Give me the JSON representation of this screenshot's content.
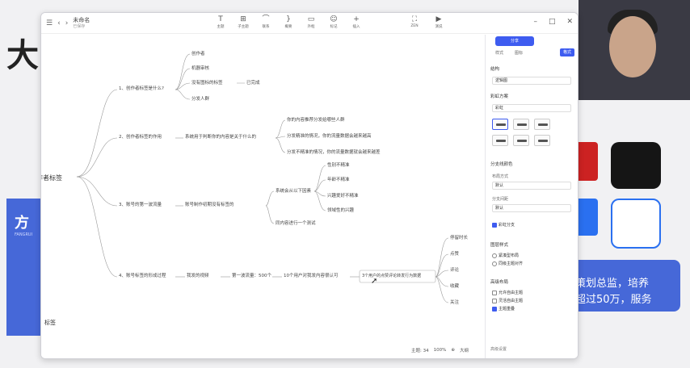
{
  "window": {
    "title": "未命名",
    "subtitle": "已保存",
    "toolbar": [
      {
        "icon": "text-icon",
        "glyph": "T",
        "label": "主题"
      },
      {
        "icon": "subtopic-icon",
        "glyph": "⊞",
        "label": "子主题"
      },
      {
        "icon": "link-icon",
        "glyph": "⌒",
        "label": "联系"
      },
      {
        "icon": "summary-icon",
        "glyph": "}",
        "label": "概要"
      },
      {
        "icon": "frame-icon",
        "glyph": "▭",
        "label": "外框"
      },
      {
        "icon": "mark-icon",
        "glyph": "☺",
        "label": "标记"
      },
      {
        "icon": "insert-icon",
        "glyph": "+",
        "label": "插入"
      }
    ],
    "toolbar_right": [
      {
        "icon": "zen-icon",
        "glyph": "⛶",
        "label": "ZEN"
      },
      {
        "icon": "present-icon",
        "glyph": "▶",
        "label": "演说"
      }
    ],
    "controls": [
      "–",
      "□",
      "✕"
    ]
  },
  "mindmap": {
    "root": "作者标签",
    "root2": "标签",
    "branches": [
      {
        "label": "1、创作者标签是什么?",
        "children": [
          "创作者",
          "机器审核",
          "没有图标的标签",
          "分发人群"
        ],
        "extra": "已完成"
      },
      {
        "label": "2、创作者标签的作用",
        "mid": "系统用于判断你的内容是关于什么的",
        "children": [
          "你的内容推荐分发给哪些人群",
          "分发精准的情况，你的流量数据会越来越高",
          "分发不精准的情况，你的流量数据就会越来越差"
        ]
      },
      {
        "label": "3、账号的第一波流量",
        "mid": "账号制作初期没有标签的",
        "sub": "系统会从以下因素",
        "children": [
          "性别不精准",
          "年龄不精准",
          "兴趣爱好不精准",
          "领域性的兴趣"
        ],
        "last": "同内容进行一个测试"
      },
      {
        "label": "4、账号标签的形成过程",
        "chain": [
          "我发的视频",
          "第一波流量：500个",
          "10个用户对我发内容很认可",
          "3个用户的点赞评论转发行为数据"
        ],
        "children": [
          "停留时长",
          "点赞",
          "评论",
          "收藏",
          "关注"
        ]
      }
    ]
  },
  "statusbar": {
    "topics": "主题: 34",
    "zoom": "100%",
    "size": "大纲"
  },
  "panel": {
    "top_button": "分享",
    "tabs": [
      "样式",
      "图标"
    ],
    "active_tab": "格式",
    "section_struct": "结构",
    "struct_value": "逻辑图",
    "section_theme": "彩虹方案",
    "theme_value": "彩虹",
    "section_branch": "分支线颜色",
    "layout_label": "布局方式",
    "layout_value": "默认",
    "spacing_label": "分支间距",
    "spacing_value": "默认",
    "rainbow_check": "彩虹分支",
    "section_align": "图层样式",
    "align_options": [
      "紧凑型布局",
      "同级主题对齐"
    ],
    "section_advanced": "高级布局",
    "adv_options": [
      "允许自由主题",
      "灵活自由主题",
      "主题重叠"
    ],
    "footer": "高级设置"
  },
  "background": {
    "big_text": "大",
    "panel_text": "方",
    "panel_small": "FANGRUI",
    "card_lines": [
      "策划总监，培养",
      "超过50万，服务"
    ]
  }
}
